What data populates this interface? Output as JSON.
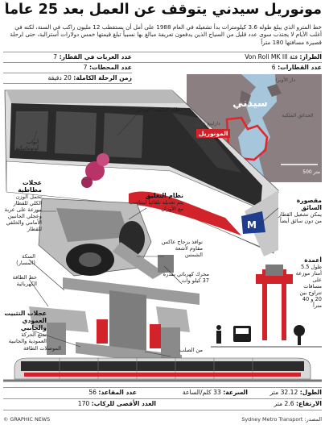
{
  "title": "مونوريل سيدني يتوقف عن العمل بعد 25 عاماً من تأسيسه",
  "intro": "خط المترو الذي يبلغ طوله 3.6 كيلومترات بدأ تشغيله في العام 1988 على أمل أن يستقطب 12 مليون راكب في السنة، لكنه في أغلب الأيام لا يجتذب سوى عدد قليل من السياح الذين يدفعون تعريفة مبالغ بها نسبياً تبلغ قيمتها خمس دولارات أسترالية، حتى لرحلة قصيرة مسافتها 180 متراً",
  "specs_top": {
    "model_label": "الطراز:",
    "model_value": "فئة Von Roll MK III",
    "cars_label": "عدد العربات في القطار:",
    "cars_value": "7",
    "trains_label": "عدد القطارات:",
    "trains_value": "6",
    "stations_label": "عدد المحطات:",
    "stations_value": "7",
    "trip_label": "زمن الرحلة الكاملة:",
    "trip_value": "20 دقيقة"
  },
  "map": {
    "city": "سيدني",
    "darling_harbour": "دارلينغ هاربر",
    "opera": "دار الأوبرا",
    "botanic": "الحدائق الملكية",
    "monorail_tag": "المونوريل",
    "scale": "500 متر"
  },
  "labels": {
    "aircon": "نظام التكييف الهوائي",
    "auto_doors": "أبواب أوتوماتيكية",
    "load_wheels_head": "عجلات مطاطية",
    "load_wheels_body": "تحمل الوزن الكلي للقطار موزعة على عربة وعجلي الجانبين الأمامي والخلفي للقطار",
    "suspension_head": "نظام التعليق",
    "suspension_body": "يتم تعديله تلقائياً ليتناسب مع الأوزان",
    "windows": "نوافذ بزجاج عاكس مقاوم لأشعة الشمس",
    "cab_head": "مقصورة السائق",
    "cab_body": "يمكن تشغيل القطار من دون سائق أيضاً",
    "track": "السكة (المسار)",
    "power_rail": "خط الطاقة الكهربائية",
    "motor": "محرك كهربائي بقدرة 37 كيلو وات",
    "guide_head": "عجلات التثبيت العمودي والجانبي",
    "guide_body": "تمنع الحركة العمودية والجانبية",
    "collectors": "الموصلات الطاقة",
    "steel_beam": "من الصلب",
    "columns_head": "أعمدة",
    "columns_body": "طول 5.5 أمتار موزعة على مسافات تتراوح بين 20 و 40 متراً"
  },
  "specs_bottom": {
    "length_label": "الطول:",
    "length_value": "32.12 متر",
    "speed_label": "السرعة:",
    "speed_value": "33 كلم/الساعة",
    "seats_label": "عدد المقاعد:",
    "seats_value": "56",
    "height_label": "الارتفاع:",
    "height_value": "2.6 متر",
    "capacity_label": "العدد الأقصى للركاب:",
    "capacity_value": "170"
  },
  "footer": {
    "credit": "© GRAPHIC NEWS",
    "source_label": "المصدر:",
    "source_value": "Sydney Metro Transport"
  },
  "colors": {
    "train_red": "#d2232a",
    "map_red": "#e2262d",
    "water": "#a6c6dc",
    "land": "#8c7f82",
    "steel": "#8b8b8b"
  }
}
